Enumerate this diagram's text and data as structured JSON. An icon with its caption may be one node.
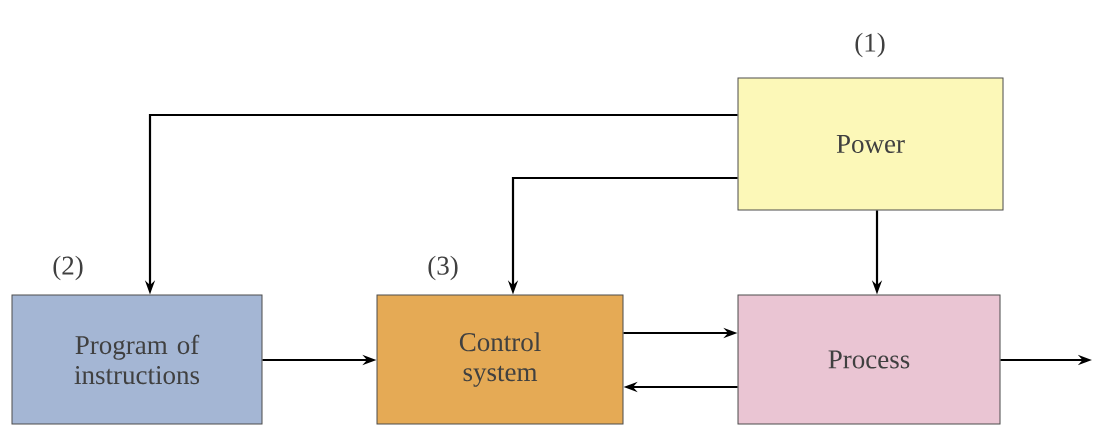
{
  "diagram": {
    "nodes": [
      {
        "text": [
          "Power"
        ],
        "beside": [
          "(1)"
        ]
      },
      {
        "text": [
          "Program of instructions"
        ],
        "beside": [
          "(2)"
        ]
      },
      {
        "text": [
          "Control system"
        ],
        "beside": [
          "(3)"
        ]
      },
      {
        "text": [
          "Process"
        ]
      }
    ],
    "edges": [
      {
        "from": 0,
        "to": 1,
        "arrow": "to"
      },
      {
        "from": 0,
        "to": 2,
        "arrow": "to"
      },
      {
        "from": 0,
        "to": 3,
        "arrow": "to"
      },
      {
        "from": 1,
        "to": 2,
        "arrow": "to"
      },
      {
        "from": 2,
        "to": 3,
        "arrow": "to"
      },
      {
        "from": 3,
        "to": 2,
        "arrow": "to"
      },
      {
        "from": 3,
        "to": null,
        "arrow": "to"
      }
    ]
  }
}
